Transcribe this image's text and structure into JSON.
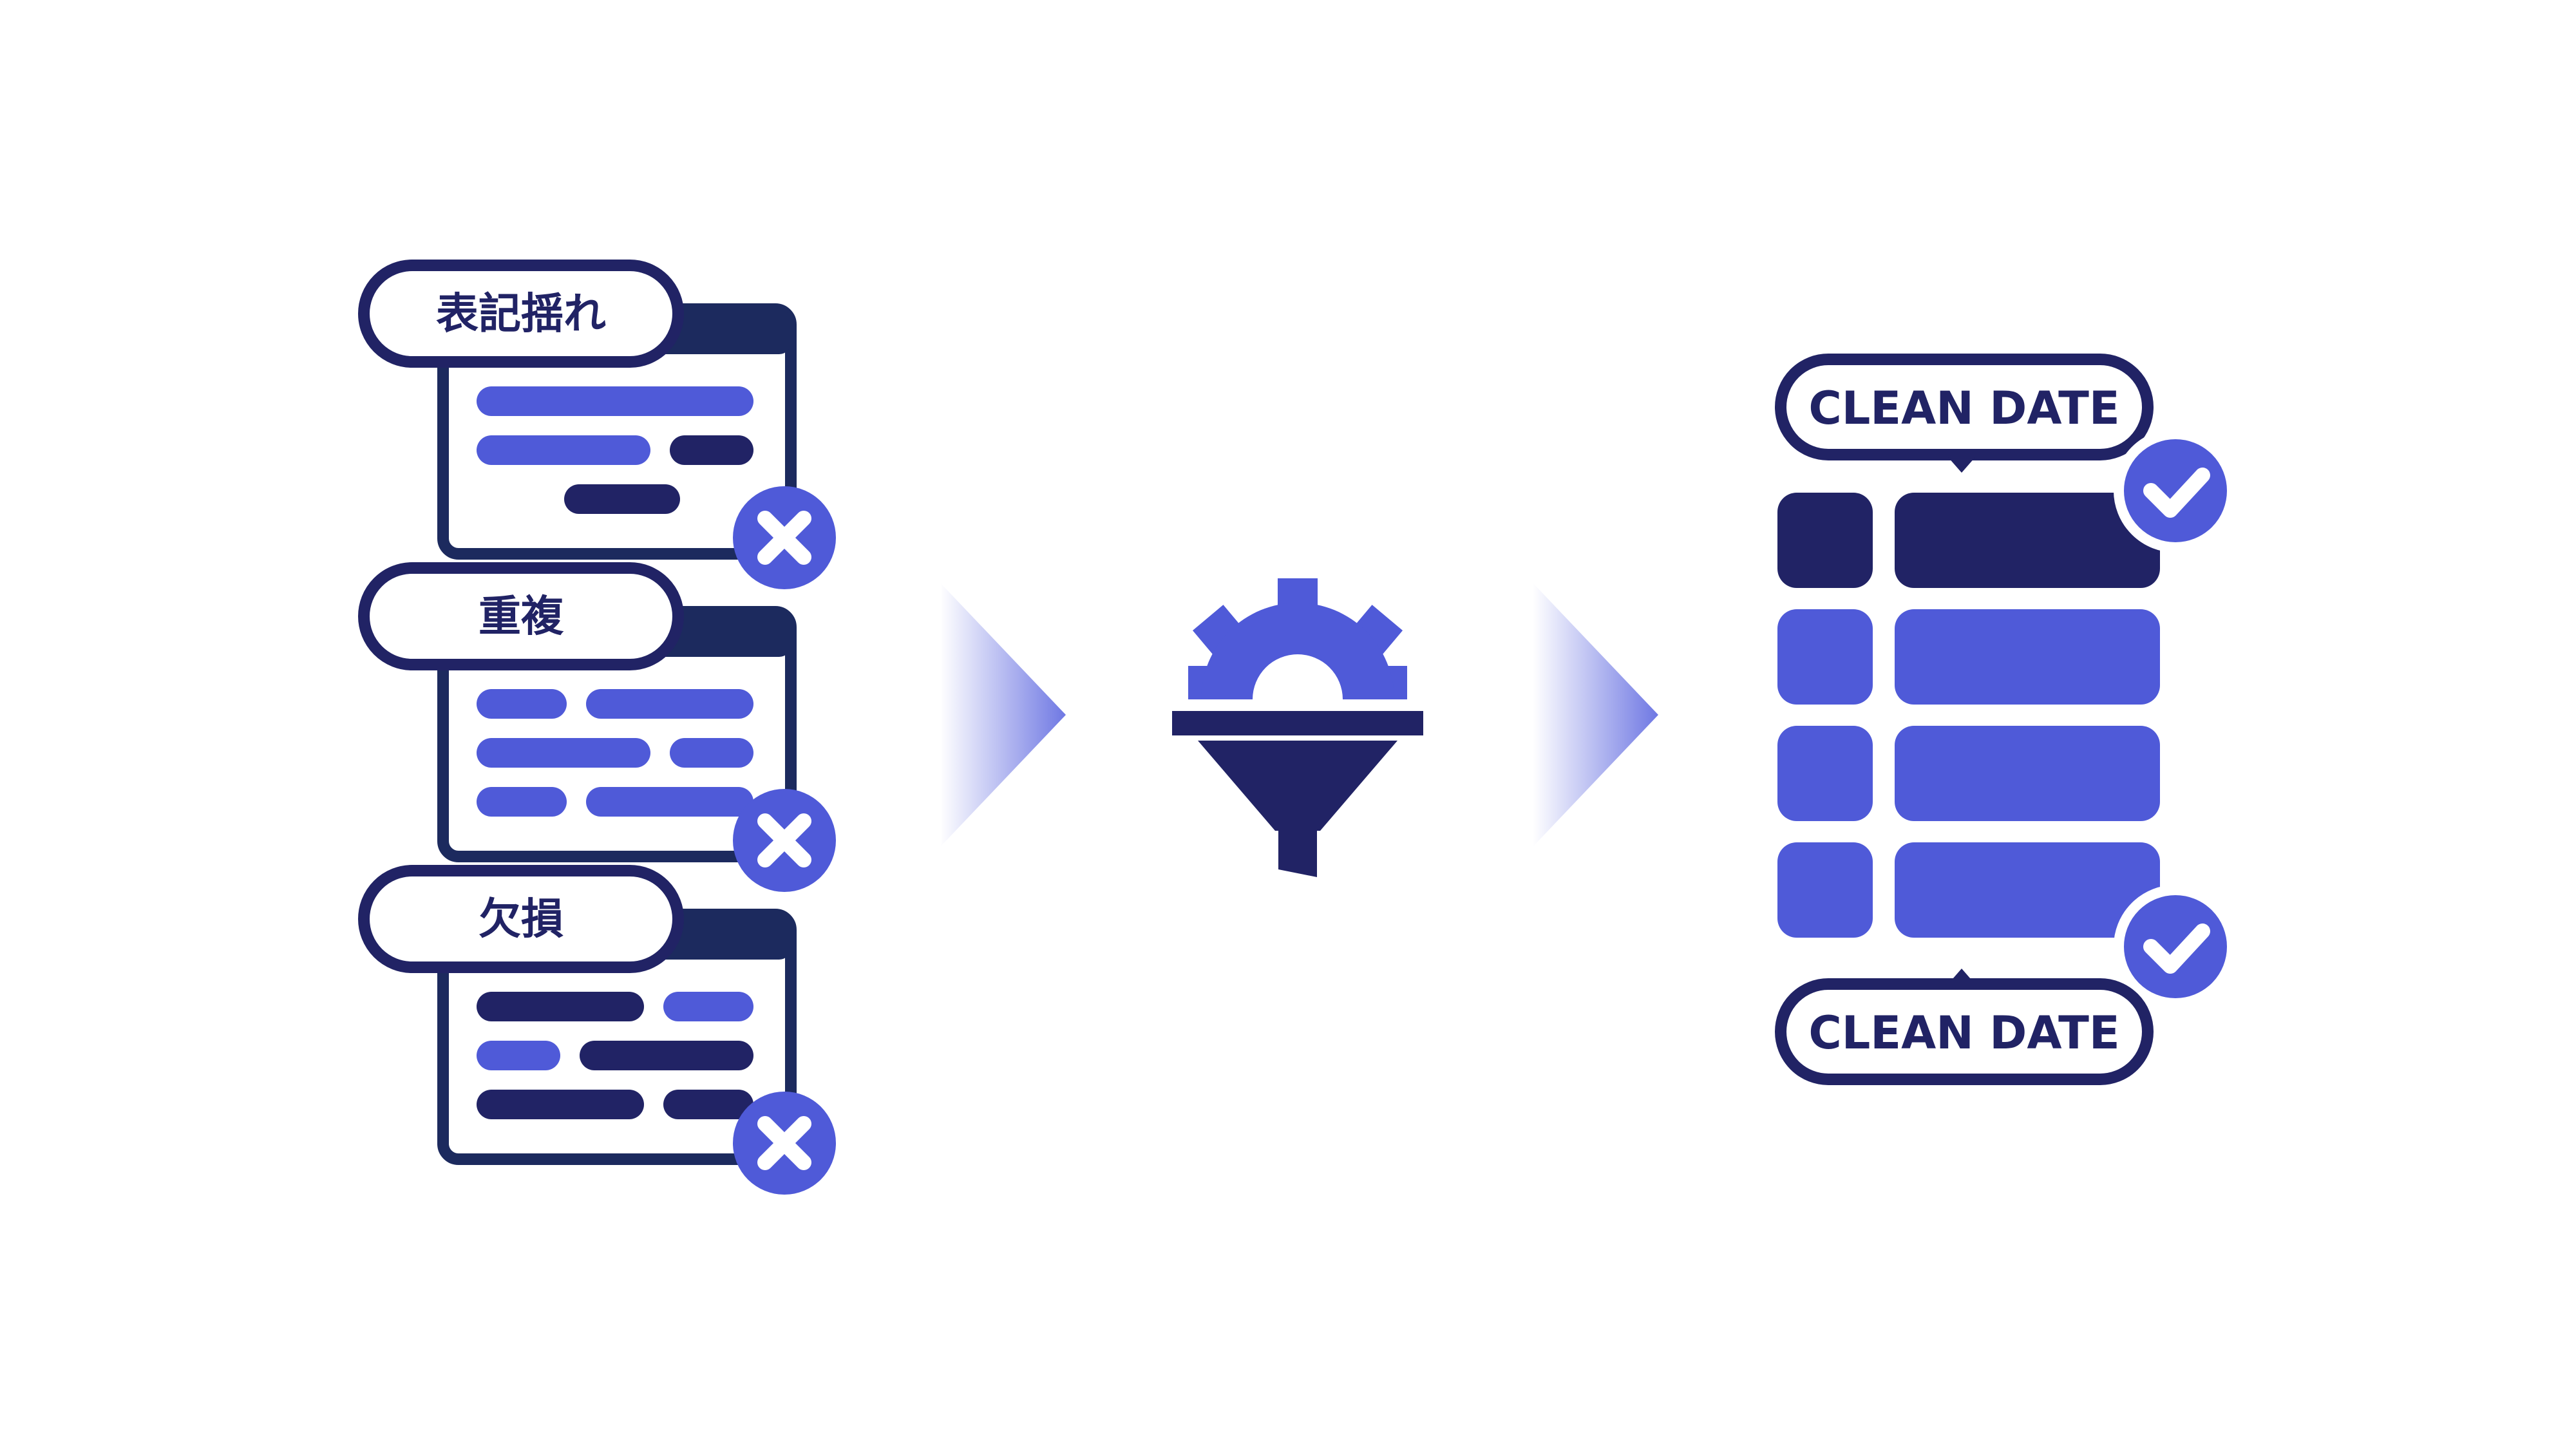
{
  "colors": {
    "navy": "#212365",
    "blue": "#4F5AD8",
    "frame": "#1C2A5E",
    "white": "#FFFFFF",
    "arrow": "#6F78E3"
  },
  "problems": [
    {
      "label": "表記揺れ",
      "status_icon": "x-icon"
    },
    {
      "label": "重複",
      "status_icon": "x-icon"
    },
    {
      "label": "欠損",
      "status_icon": "x-icon"
    }
  ],
  "process": {
    "icon": "filter-gear-icon"
  },
  "result": {
    "top_label": "CLEAN DATE",
    "bottom_label": "CLEAN DATE",
    "status_icon": "check-icon"
  }
}
